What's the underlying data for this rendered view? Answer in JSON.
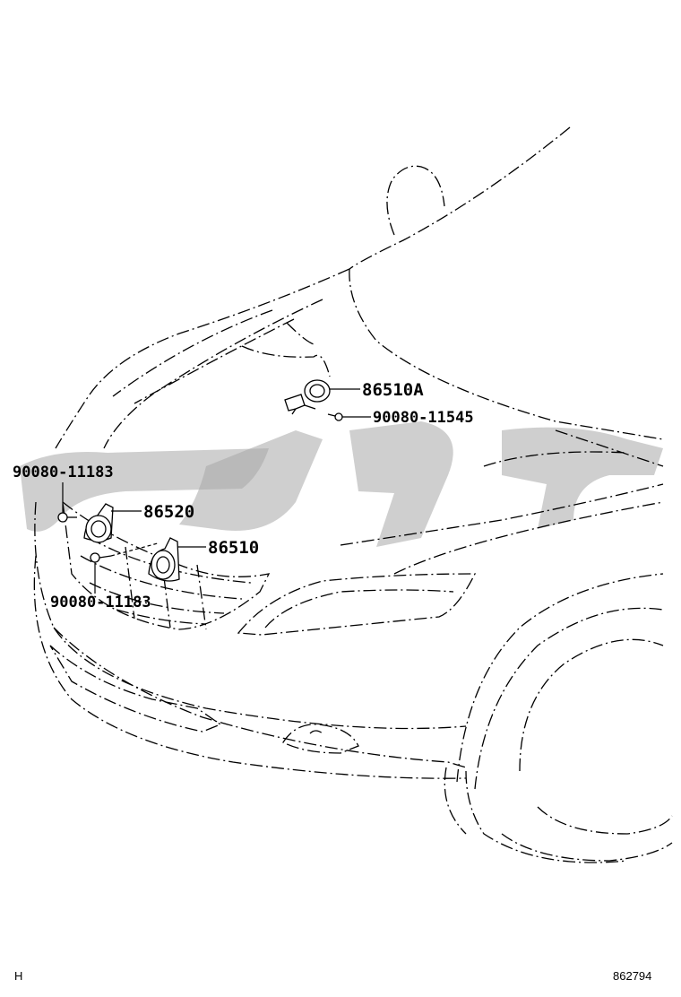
{
  "diagram": {
    "parts": [
      {
        "id": "p86510A",
        "label": "86510A"
      },
      {
        "id": "p90080_11545",
        "label": "90080-11545"
      },
      {
        "id": "p90080_11183_top",
        "label": "90080-11183"
      },
      {
        "id": "p86520",
        "label": "86520"
      },
      {
        "id": "p86510",
        "label": "86510"
      },
      {
        "id": "p90080_11183_bottom",
        "label": "90080-11183"
      }
    ],
    "footer_left": "H",
    "footer_right": "862794"
  }
}
